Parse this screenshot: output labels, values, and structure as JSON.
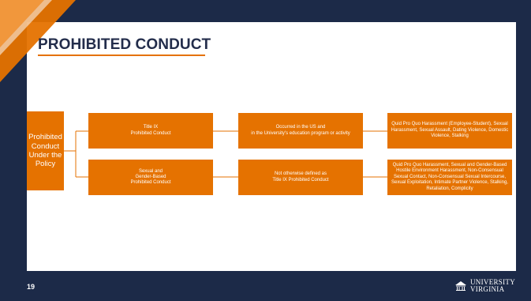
{
  "slide": {
    "title": "PROHIBITED CONDUCT",
    "page_number": "19"
  },
  "branding": {
    "logo_line1": "UNIVERSITY",
    "logo_line2": "VIRGINIA",
    "logo_icon": "rotunda-icon"
  },
  "colors": {
    "frame": "#1c2a48",
    "accent": "#e57200",
    "title": "#232d4b",
    "box_text": "#ffffff"
  },
  "diagram": {
    "root": "Prohibited Conduct Under the Policy",
    "branches": [
      {
        "category": "Title IX\nProhibited Conduct",
        "condition": "Occurred in the US and\nin the University's education program or activity",
        "conduct": "Quid Pro Quo Harassment (Employee-Student), Sexual Harassment, Sexual Assault, Dating Violence, Domestic Violence, Stalking"
      },
      {
        "category": "Sexual and\nGender-Based\nProhibited Conduct",
        "condition": "Not otherwise defined as\nTitle IX Prohibited Conduct",
        "conduct": "Quid Pro Quo Harassment, Sexual and Gender-Based Hostile Environment Harassment, Non-Consensual Sexual Contact, Non-Consensual Sexual Intercourse, Sexual Exploitation, Intimate Partner Violence, Stalking, Retaliation, Complicity"
      }
    ]
  }
}
